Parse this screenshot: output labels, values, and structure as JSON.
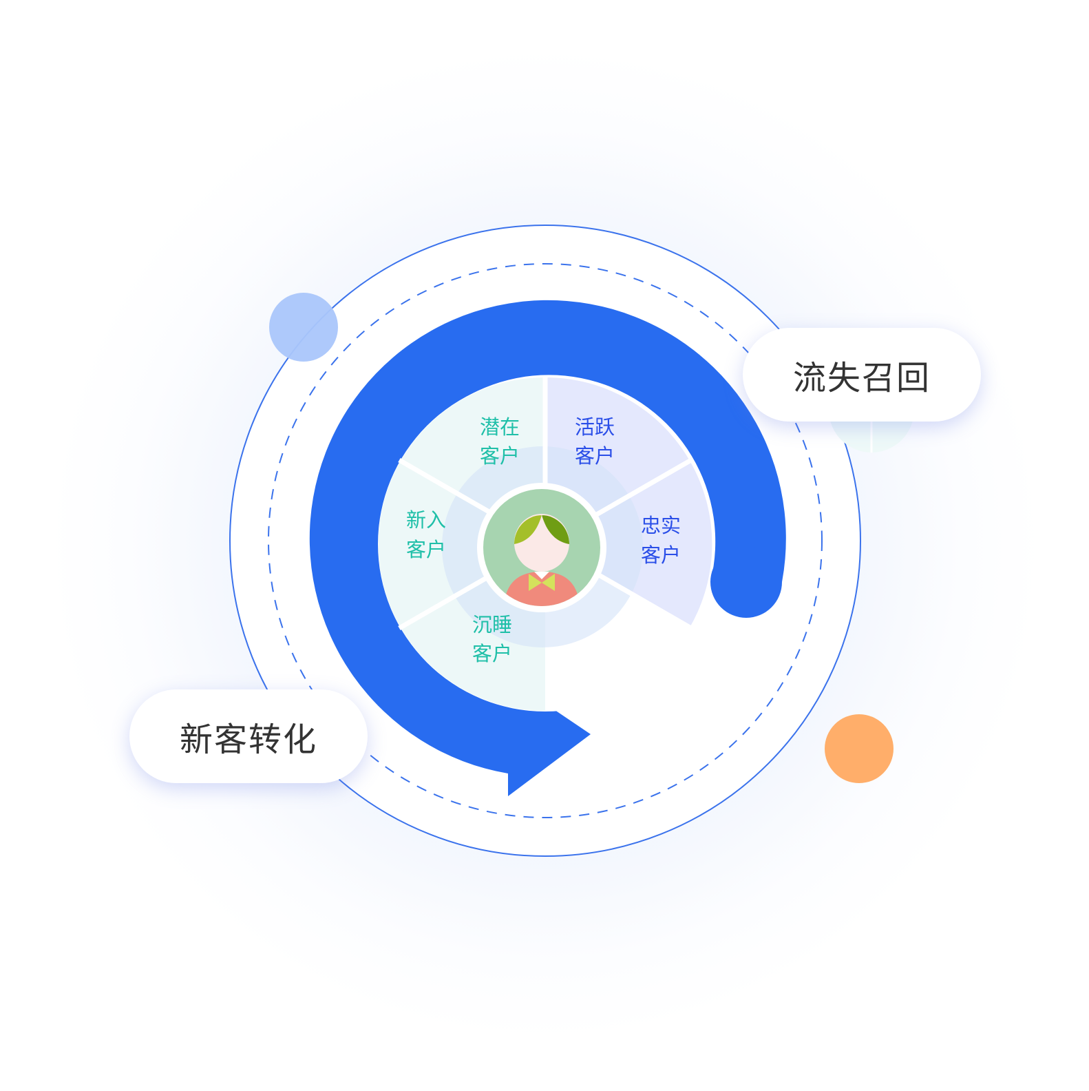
{
  "labels": {
    "recall": "流失召回",
    "convert": "新客转化"
  },
  "segments": [
    {
      "id": "potential",
      "line1": "潜在",
      "line2": "客户",
      "color": "#1fbfa8"
    },
    {
      "id": "active",
      "line1": "活跃",
      "line2": "客户",
      "color": "#2a4ee8"
    },
    {
      "id": "new",
      "line1": "新入",
      "line2": "客户",
      "color": "#1fbfa8"
    },
    {
      "id": "loyal",
      "line1": "忠实",
      "line2": "客户",
      "color": "#2a4ee8"
    },
    {
      "id": "dormant",
      "line1": "沉睡",
      "line2": "客户",
      "color": "#1fbfa8"
    }
  ],
  "colors": {
    "arrow": "#286cf0",
    "outer_ring": "#3a72ec",
    "teal_tint": "#edf8f8",
    "blue_tint": "#e4e8fd",
    "avatar_bg": "#a7d4b0",
    "shirt": "#f08a7c",
    "hair": "#9cbb2a",
    "dot_blue": "#aac6fb",
    "dot_orange": "#ffae6a"
  },
  "icons": {
    "center": "customer-avatar-icon"
  }
}
